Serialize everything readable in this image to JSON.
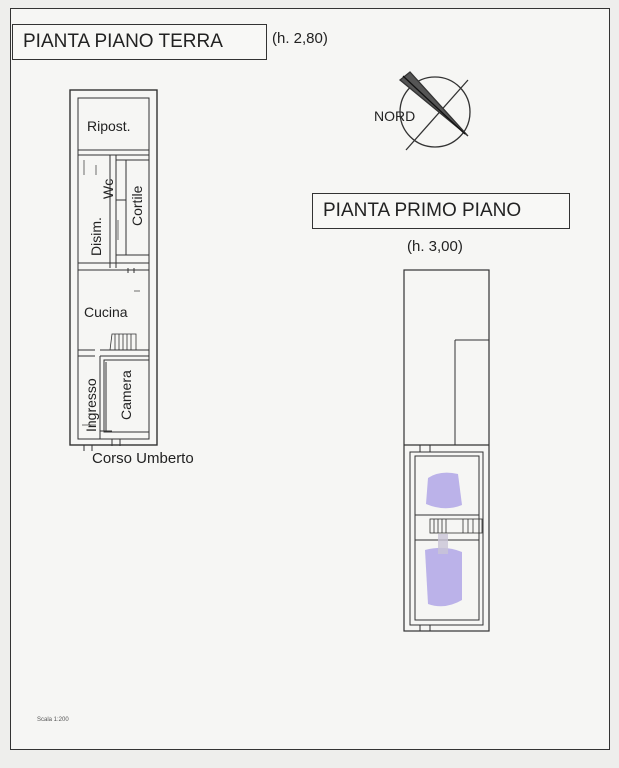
{
  "ground_floor": {
    "title": "PIANTA PIANO TERRA",
    "height": "(h. 2,80)",
    "rooms": {
      "ripost": "Ripost.",
      "wc": "Wc",
      "cortile": "Cortile",
      "disim": "Disim.",
      "cucina": "Cucina",
      "ingresso": "Ingresso",
      "camera": "Camera"
    },
    "street": "Corso Umberto"
  },
  "first_floor": {
    "title": "PIANTA PRIMO PIANO",
    "height": "(h. 3,00)"
  },
  "north_label": "NORD",
  "scale_note": "Scala 1:200"
}
